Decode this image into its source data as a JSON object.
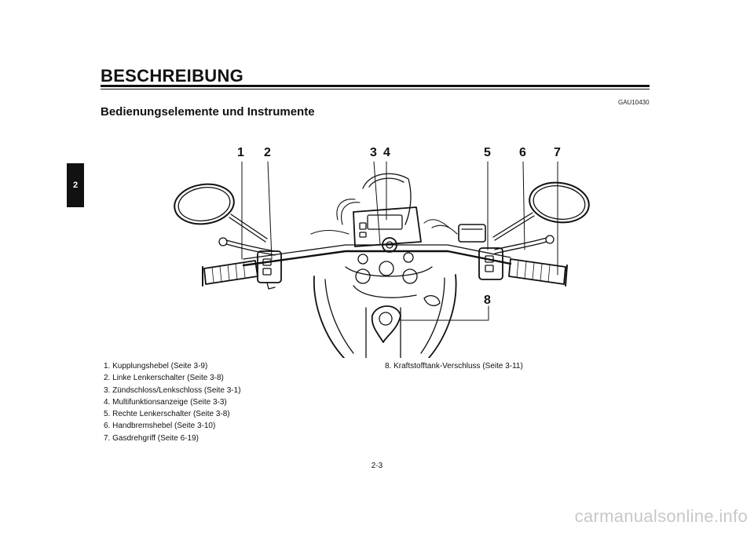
{
  "header": {
    "title": "BESCHREIBUNG",
    "code": "GAU10430"
  },
  "section": {
    "title": "Bedienungselemente und Instrumente"
  },
  "side_tab": {
    "label": "2"
  },
  "callouts": [
    "1",
    "2",
    "3",
    "4",
    "5",
    "6",
    "7",
    "8"
  ],
  "legend": {
    "left": [
      "1. Kupplungshebel (Seite 3-9)",
      "2. Linke Lenkerschalter (Seite 3-8)",
      "3. Zündschloss/Lenkschloss (Seite 3-1)",
      "4. Multifunktionsanzeige (Seite 3-3)",
      "5. Rechte Lenkerschalter (Seite 3-8)",
      "6. Handbremshebel (Seite 3-10)",
      "7. Gasdrehgriff (Seite 6-19)"
    ],
    "right": [
      "8. Kraftstofftank-Verschluss (Seite 3-11)"
    ]
  },
  "footer": {
    "page_number": "2-3",
    "watermark": "carmanualsonline.info"
  }
}
